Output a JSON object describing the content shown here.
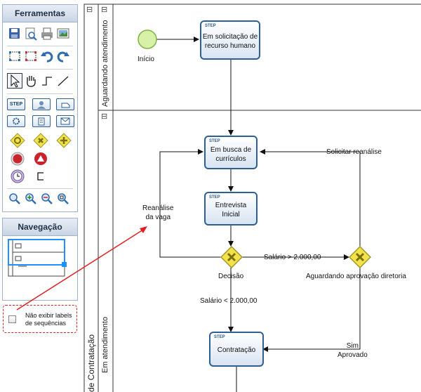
{
  "toolbar": {
    "title": "Ferramentas",
    "icons": [
      "save-icon",
      "print-preview-icon",
      "print-icon",
      "image-icon",
      "select-nodes-icon",
      "connect-nodes-icon",
      "undo-icon",
      "redo-icon",
      "pointer-icon",
      "hand-pan-icon",
      "orthogonal-connector-icon",
      "straight-connector-icon",
      "step-task-icon",
      "user-task-icon",
      "manual-task-icon",
      "service-task-icon",
      "script-task-icon",
      "message-task-icon",
      "inclusive-gateway-icon",
      "exclusive-gateway-icon",
      "parallel-gateway-icon",
      "end-event-icon",
      "error-end-event-icon",
      "timer-event-icon",
      "annotation-icon",
      "zoom-icon",
      "zoom-in-icon",
      "zoom-out-icon",
      "zoom-fit-icon"
    ],
    "step_button_label": "STEP"
  },
  "navigation": {
    "title": "Navegação",
    "hide_labels_label_line1": "Não exibir labels",
    "hide_labels_label_line2": "de sequências",
    "hide_labels_checked": false
  },
  "diagram": {
    "lanes": [
      {
        "label": "Aguardando atendimento",
        "collapse_symbol": "⊟"
      },
      {
        "label": "Em atendimento",
        "collapse_symbol": "⊟"
      }
    ],
    "pool_label": "de Contratação",
    "pool_collapse_symbol": "⊟",
    "start_event_label": "Início",
    "tasks": [
      {
        "tag": "STEP",
        "line1": "Em solicitação de",
        "line2": "recurso humano"
      },
      {
        "tag": "STEP",
        "line1": "Em busca de",
        "line2": "currículos"
      },
      {
        "tag": "STEP",
        "line1": "Entrevista",
        "line2": "Inicial"
      },
      {
        "tag": "STEP",
        "line1": "Contratação",
        "line2": ""
      }
    ],
    "gateways": [
      {
        "label": "Decisão"
      },
      {
        "label": "Aguardando aprovação diretoria"
      }
    ],
    "flow_labels": {
      "reanalise_line1": "Reanálise",
      "reanalise_line2": "da vaga",
      "solicitar_reanalise": "Solicitar reanálise",
      "salario_maior": "Salário > 2.000,00",
      "salario_menor": "Salário < 2.000,00",
      "sim": "Sim",
      "aprovado": "Aprovado"
    }
  },
  "colors": {
    "task_border": "#2d5f94",
    "gateway_fill": "#f2e34a",
    "start_event_fill": "#d8f0a8",
    "highlight_red": "#e02020",
    "nav_viewport": "#1e90ff"
  }
}
